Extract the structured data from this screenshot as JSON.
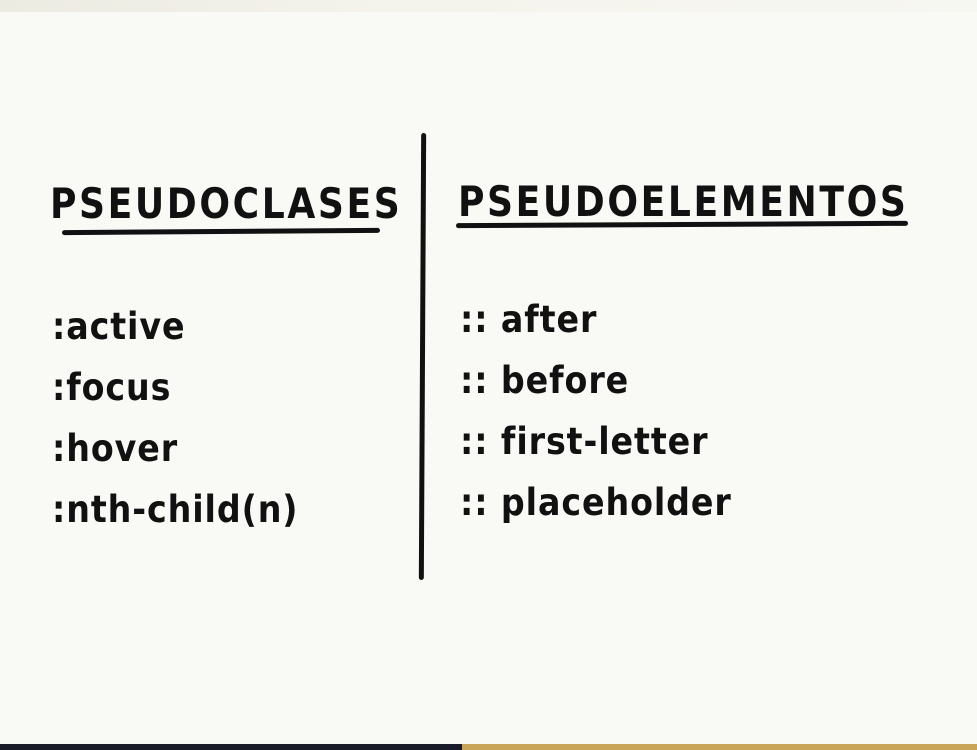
{
  "left_column": {
    "heading": "PSEUDOCLASES",
    "items": [
      ":active",
      ":focus",
      ":hover",
      ":nth-child(n)"
    ]
  },
  "right_column": {
    "heading": "PSEUDOELEMENTOS",
    "items": [
      ":: after",
      ":: before",
      ":: first-letter",
      ":: placeholder"
    ]
  }
}
